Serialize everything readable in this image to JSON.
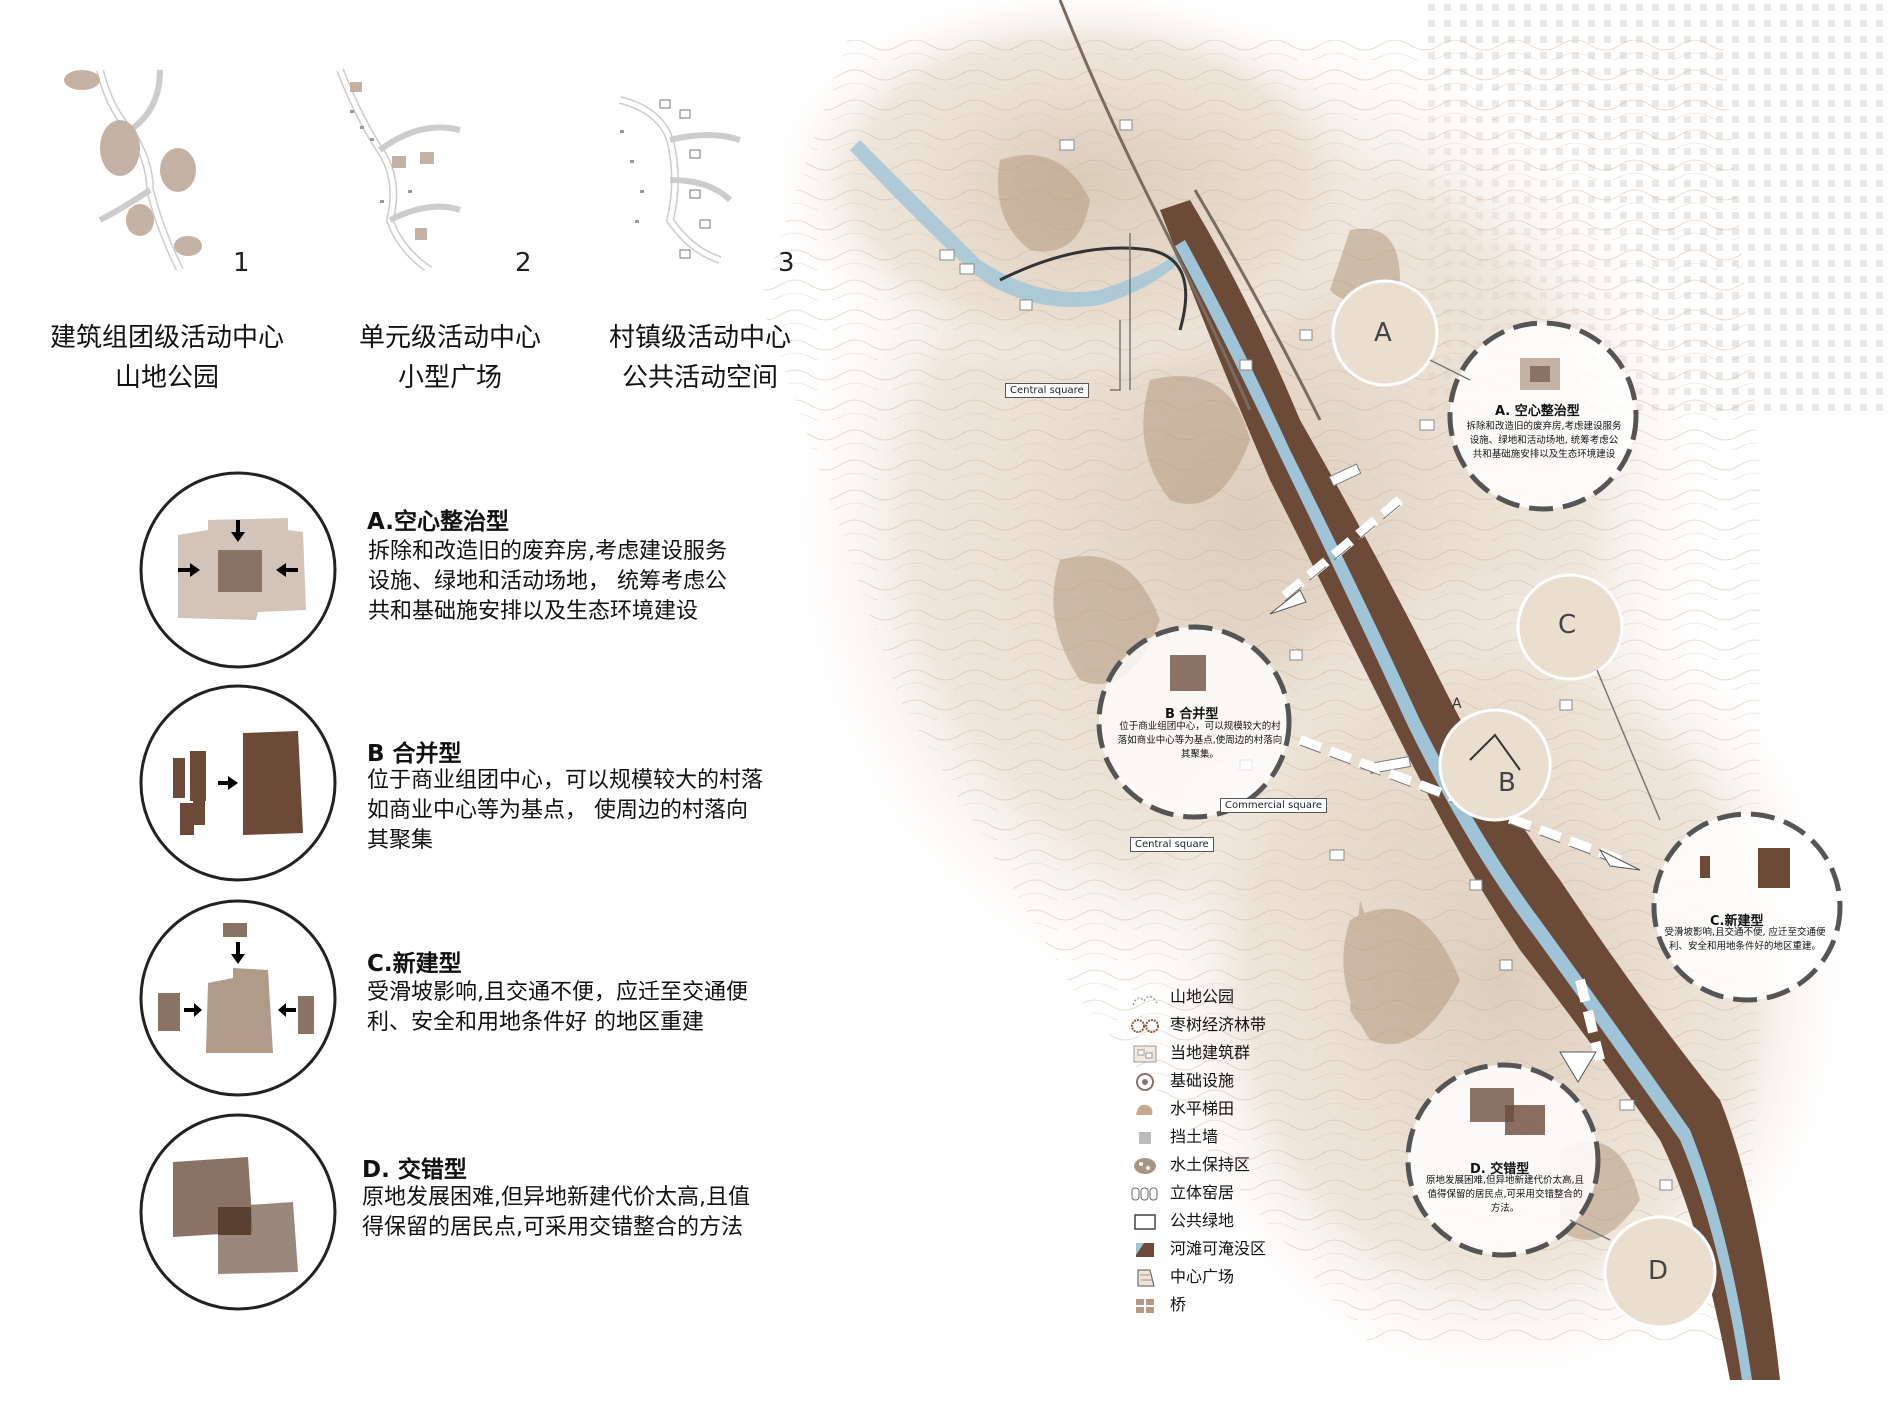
{
  "levels": [
    {
      "num": "1",
      "line1": "建筑组团级活动中心",
      "line2": "山地公园"
    },
    {
      "num": "2",
      "line1": "单元级活动中心",
      "line2": "小型广场"
    },
    {
      "num": "3",
      "line1": "村镇级活动中心",
      "line2": "公共活动空间"
    }
  ],
  "types": [
    {
      "title": "A.空心整治型",
      "desc": "拆除和改造旧的废弃房,考虑建设服务设施、绿地和活动场地， 统筹考虑公共和基础施安排以及生态环境建设"
    },
    {
      "title": "B 合并型",
      "desc": "位于商业组团中心，可以规模较大的村落如商业中心等为基点， 使周边的村落向其聚集"
    },
    {
      "title": "C.新建型",
      "desc": "受滑坡影响,且交通不便，应迁至交通便利、安全和用地条件好 的地区重建"
    },
    {
      "title": "D. 交错型",
      "desc": "原地发展困难,但异地新建代价太高,且值得保留的居民点,可采用交错整合的方法"
    }
  ],
  "legend": [
    {
      "icon": "mountain-park-icon",
      "label": "山地公园"
    },
    {
      "icon": "jujube-forest-icon",
      "label": "枣树经济林带"
    },
    {
      "icon": "local-buildings-icon",
      "label": "当地建筑群"
    },
    {
      "icon": "infrastructure-icon",
      "label": "基础设施"
    },
    {
      "icon": "terrace-icon",
      "label": "水平梯田"
    },
    {
      "icon": "retaining-wall-icon",
      "label": "挡土墙"
    },
    {
      "icon": "soil-conservation-icon",
      "label": "水土保持区"
    },
    {
      "icon": "cave-dwelling-icon",
      "label": "立体窑居"
    },
    {
      "icon": "public-green-icon",
      "label": "公共绿地"
    },
    {
      "icon": "floodplain-icon",
      "label": "河滩可淹没区"
    },
    {
      "icon": "central-plaza-icon",
      "label": "中心广场"
    },
    {
      "icon": "bridge-icon",
      "label": "桥"
    }
  ],
  "map": {
    "labels": {
      "central_square_1": "Central square",
      "commercial_square": "Commercial square",
      "central_square_2": "Central square"
    },
    "circles": {
      "a": "A",
      "b": "B",
      "c": "C",
      "d": "D",
      "a_small": "A"
    },
    "zooms": [
      {
        "title": "A. 空心整治型",
        "text": "拆除和改造旧的废弃房,考虑建设服务设施、绿地和活动场地, 统筹考虑公共和基础施安排以及生态环境建设"
      },
      {
        "title": "B 合并型",
        "text": "位于商业组团中心，可以规模较大的村落如商业中心等为基点,使周边的村落向其聚集。"
      },
      {
        "title": "C.新建型",
        "text": "受滑坡影响,且交通不便, 应迁至交通便利、安全和用地条件好的地区重建。"
      },
      {
        "title": "D. 交错型",
        "text": "原地发展困难,但异地新建代价太高,且值得保留的居民点,可采用交错整合的方法。"
      }
    ]
  },
  "colors": {
    "dark_brown": "#6b4a38",
    "mid_brown": "#8a7365",
    "light_brown": "#c4b2a4",
    "river_blue": "#9fc4d8",
    "terrain": "#e8dccd"
  }
}
